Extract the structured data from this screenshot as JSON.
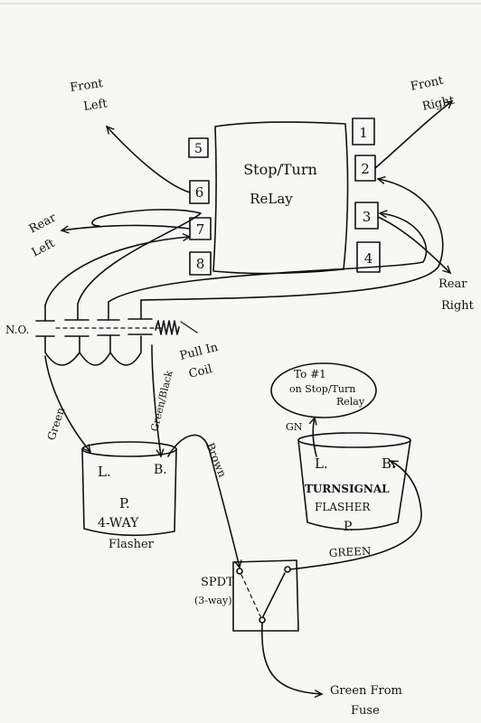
{
  "relay": {
    "title_line1": "Stop/Turn",
    "title_line2": "ReLay",
    "terminals_left": [
      "5",
      "6",
      "7",
      "8"
    ],
    "terminals_right": [
      "1",
      "2",
      "3",
      "4"
    ]
  },
  "corners": {
    "front_left_line1": "Front",
    "front_left_line2": "Left",
    "front_right_line1": "Front",
    "front_right_line2": "Right",
    "rear_left_line1": "Rear",
    "rear_left_line2": "Left",
    "rear_right_line1": "Rear",
    "rear_right_line2": "Right"
  },
  "contactor": {
    "no_label": "N.O.",
    "coil_label_line1": "Pull In",
    "coil_label_line2": "Coil"
  },
  "four_way_flasher": {
    "l": "L.",
    "b": "B.",
    "p": "P.",
    "line1": "4-WAY",
    "line2": "Flasher"
  },
  "turn_flasher": {
    "l": "L.",
    "b": "B.",
    "line1": "TURNSIGNAL",
    "line2": "FLASHER",
    "p": "P."
  },
  "note": {
    "line1": "To #1",
    "line2": "on Stop/Turn",
    "line3": "Relay"
  },
  "switch": {
    "line1": "SPDT",
    "line2": "(3-way)"
  },
  "wires": {
    "green_left": "Green",
    "gn": "GN",
    "green_right": "GREEN",
    "green_black": "Green/Black",
    "brown": "Brown",
    "fuse_line1": "Green From",
    "fuse_line2": "Fuse"
  }
}
